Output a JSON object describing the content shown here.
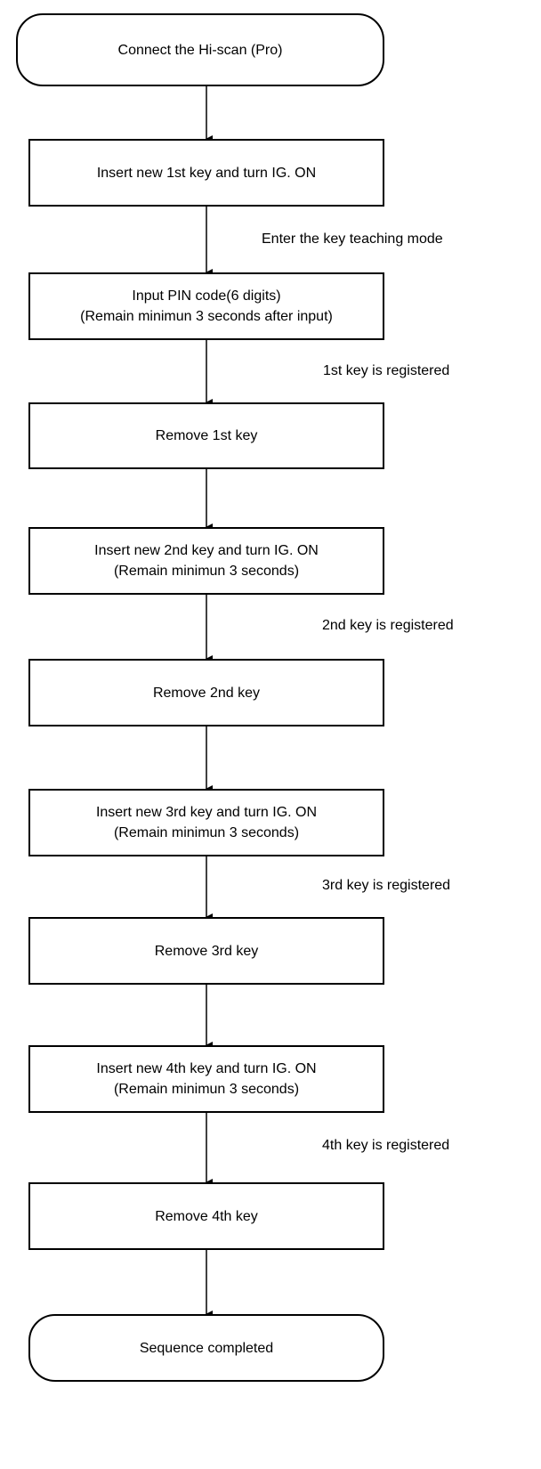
{
  "flowchart": {
    "start": "Connect the Hi-scan (Pro)",
    "steps": [
      {
        "lines": [
          "Insert new 1st key and turn IG. ON"
        ]
      },
      {
        "lines": [
          "Input PIN code(6 digits)",
          "(Remain minimun 3 seconds after input)"
        ]
      },
      {
        "lines": [
          "Remove 1st key"
        ]
      },
      {
        "lines": [
          "Insert new 2nd key and turn IG. ON",
          "(Remain minimun 3 seconds)"
        ]
      },
      {
        "lines": [
          "Remove 2nd key"
        ]
      },
      {
        "lines": [
          "Insert new 3rd key and turn IG. ON",
          "(Remain minimun 3 seconds)"
        ]
      },
      {
        "lines": [
          "Remove 3rd key"
        ]
      },
      {
        "lines": [
          "Insert new 4th key and turn IG. ON",
          "(Remain minimun 3 seconds)"
        ]
      },
      {
        "lines": [
          "Remove 4th key"
        ]
      }
    ],
    "end": "Sequence completed",
    "annotations": [
      "Enter the key teaching mode",
      "1st key is registered",
      "2nd key is registered",
      "3rd key is registered",
      "4th key is registered"
    ]
  }
}
